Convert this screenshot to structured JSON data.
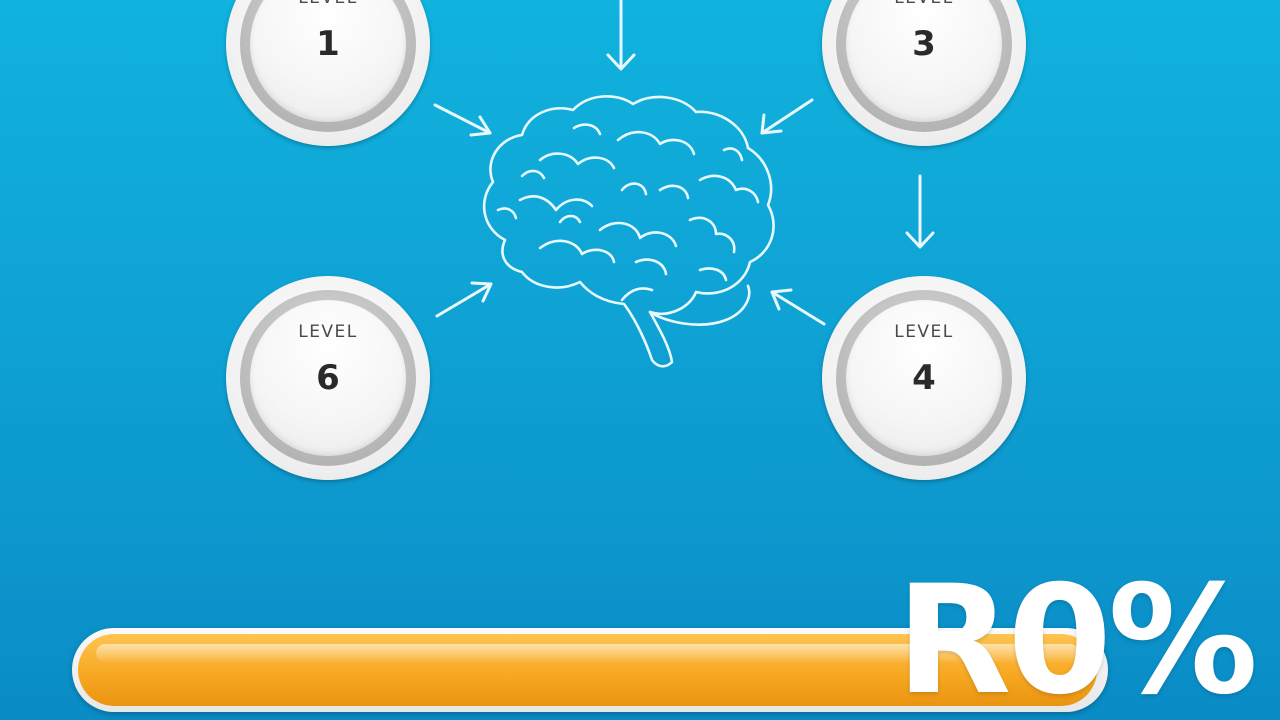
{
  "levels": [
    {
      "label": "LEVEL",
      "number": "1"
    },
    {
      "label": "LEVEL",
      "number": "3"
    },
    {
      "label": "LEVEL",
      "number": "6"
    },
    {
      "label": "LEVEL",
      "number": "4"
    }
  ],
  "progress": {
    "percent_text": "R0%",
    "fill_fraction": 0.995
  },
  "colors": {
    "background_top": "#10b2de",
    "background_bottom": "#0a8cc6",
    "progress_fill": "#f7a923",
    "brain_outline": "#e8f8ff"
  },
  "icons": {
    "center": "brain-icon",
    "connectors": "arrow-icon"
  }
}
